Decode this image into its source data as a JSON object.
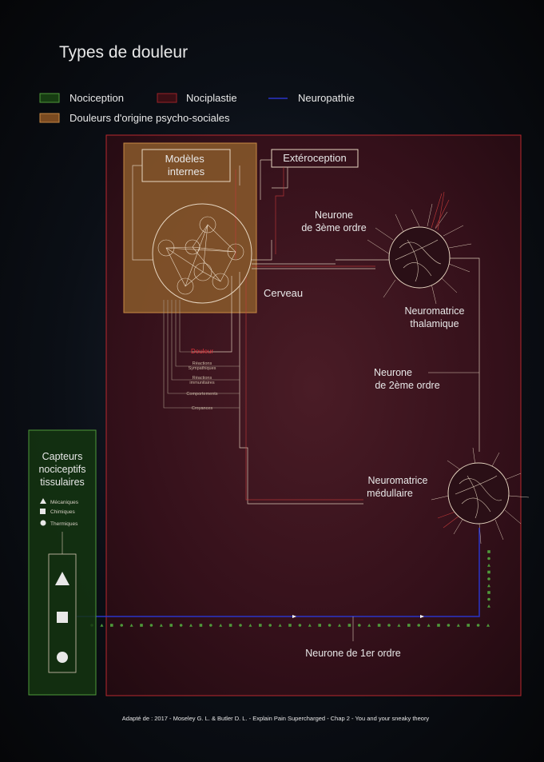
{
  "title": "Types de douleur",
  "legend": [
    {
      "label": "Nociception",
      "color": "#2f6b22"
    },
    {
      "label": "Nociplastie",
      "color": "#6a1a1e"
    },
    {
      "label": "Neuropathie",
      "color": "#2b34c8"
    },
    {
      "label": "Douleurs d'origine psycho-sociales",
      "color": "#b8702c"
    }
  ],
  "brain": {
    "internal_models": "Modèles internes",
    "exteroception": "Extéroception",
    "label": "Cerveau"
  },
  "outputs": {
    "pain": "Douleur",
    "sympathetic": "Réactions Sympathiques",
    "immune": "Réactions immunitaires",
    "behaviors": "Comportements",
    "beliefs": "Croyances"
  },
  "neurons": {
    "third_order": "Neurone de 3ème ordre",
    "thalamic": "Neuromatrice thalamique",
    "second_order": "Neurone de 2ème ordre",
    "spinal": "Neuromatrice médullaire",
    "first_order": "Neurone de 1er ordre"
  },
  "sensors": {
    "title": "Capteurs nociceptifs tissulaires",
    "items": [
      {
        "shape": "triangle",
        "label": "Mécaniques"
      },
      {
        "shape": "square",
        "label": "Chimiques"
      },
      {
        "shape": "circle",
        "label": "Thermiques"
      }
    ]
  },
  "colors": {
    "psycho_fill": "#8a5a2c",
    "psycho_stroke": "#c98a44",
    "nociplastie_fill": "#3a0f14",
    "nociplastie_stroke": "#b8282e",
    "nociception_fill": "#1a3d14",
    "nociception_stroke": "#4f9a3a",
    "neuropathie": "#2b34c8",
    "pain_red": "#e0323a"
  },
  "credit": "Adapté de : 2017 - Moseley G. L. & Butler D. L. - Explain Pain Supercharged - Chap 2 - You and your sneaky theory"
}
